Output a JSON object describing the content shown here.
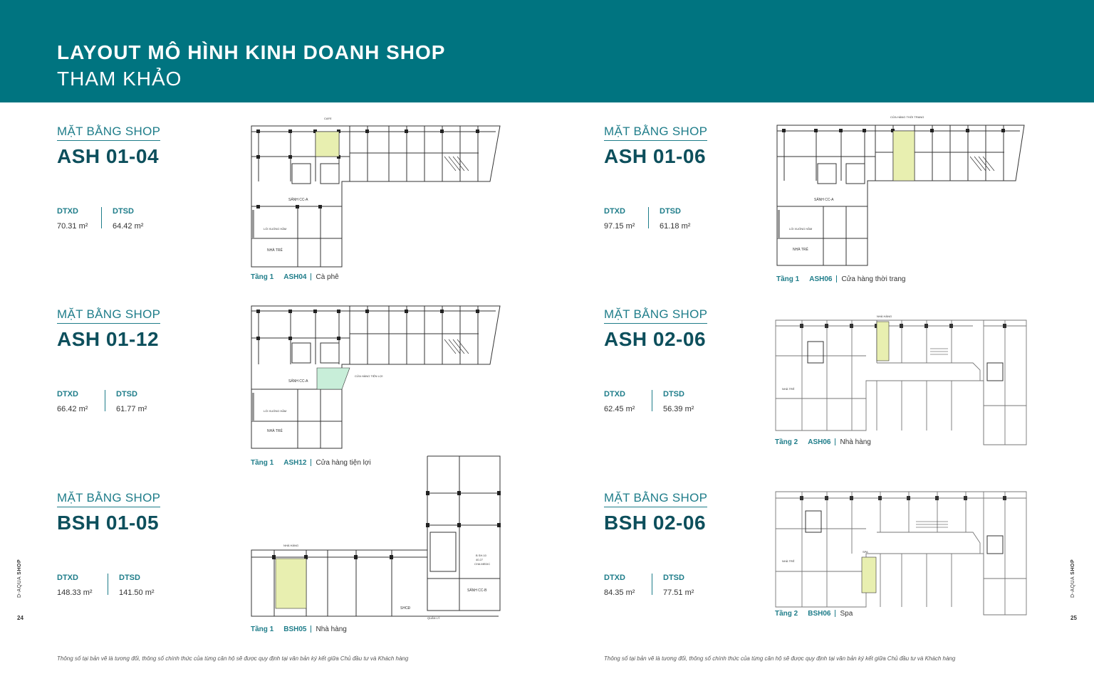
{
  "header": {
    "title": "LAYOUT MÔ HÌNH KINH DOANH SHOP",
    "subtitle": "THAM KHẢO"
  },
  "blocks": [
    {
      "kicker": "MẶT BẰNG SHOP",
      "code": "ASH 01-04",
      "dtxd_label": "DTXD",
      "dtxd": "70.31 m²",
      "dtsd_label": "DTSD",
      "dtsd": "64.42 m²",
      "floor": "Tầng 1",
      "unit": "ASH04",
      "use": "Cà phê"
    },
    {
      "kicker": "MẶT BẰNG SHOP",
      "code": "ASH 01-12",
      "dtxd_label": "DTXD",
      "dtxd": "66.42 m²",
      "dtsd_label": "DTSD",
      "dtsd": "61.77 m²",
      "floor": "Tầng 1",
      "unit": "ASH12",
      "use": "Cửa hàng tiện lợi"
    },
    {
      "kicker": "MẶT BẰNG SHOP",
      "code": "BSH 01-05",
      "dtxd_label": "DTXD",
      "dtxd": "148.33 m²",
      "dtsd_label": "DTSD",
      "dtsd": "141.50 m²",
      "floor": "Tầng 1",
      "unit": "BSH05",
      "use": "Nhà hàng"
    },
    {
      "kicker": "MẶT BẰNG SHOP",
      "code": "ASH 01-06",
      "dtxd_label": "DTXD",
      "dtxd": "97.15 m²",
      "dtsd_label": "DTSD",
      "dtsd": "61.18 m²",
      "floor": "Tầng 1",
      "unit": "ASH06",
      "use": "Cửa hàng thời trang"
    },
    {
      "kicker": "MẶT BẰNG SHOP",
      "code": "ASH 02-06",
      "dtxd_label": "DTXD",
      "dtxd": "62.45 m²",
      "dtsd_label": "DTSD",
      "dtsd": "56.39 m²",
      "floor": "Tầng 2",
      "unit": "ASH06",
      "use": "Nhà hàng"
    },
    {
      "kicker": "MẶT BẰNG SHOP",
      "code": "BSH 02-06",
      "dtxd_label": "DTXD",
      "dtxd": "84.35 m²",
      "dtsd_label": "DTSD",
      "dtsd": "77.51 m²",
      "floor": "Tầng 2",
      "unit": "BSH06",
      "use": "Spa"
    }
  ],
  "plan_labels": {
    "sanh_cc_a": "SẢNH CC-A",
    "sanh_cc_b": "SẢNH CC-B",
    "nha_tre": "NHÀ TRẺ",
    "loi_xuong_ham": "LỐI XUỐNG HẦM",
    "cafe": "CAFE",
    "cua_hang_tien_loi": "CỬA HÀNG TIỆN LỢI",
    "cua_hang_thoi_trang": "CỬA HÀNG THỜI TRANG",
    "nha_hang": "NHÀ HÀNG",
    "quan_ly": "QUẢN LÝ",
    "shcd": "SHCĐ",
    "spa": "SPA",
    "bsh10": "B SH.10",
    "bsh10_area": "40.27",
    "bsh10_use": "CHA MEDIC"
  },
  "footnote": "Thông số tại bản vẽ là tương đối, thông số chính thức của từng căn hộ sẽ được quy định tại văn bản ký kết giữa Chủ đầu tư và Khách hàng",
  "brand": {
    "prefix": "D-AQUA ",
    "bold": "SHOP"
  },
  "pages": {
    "left": "24",
    "right": "25"
  },
  "colors": {
    "header": "#007480",
    "accent": "#1f7d8a",
    "dark": "#0d4f5c",
    "shop_yellow": "#e8efb0",
    "shop_green": "#c8eed9"
  }
}
